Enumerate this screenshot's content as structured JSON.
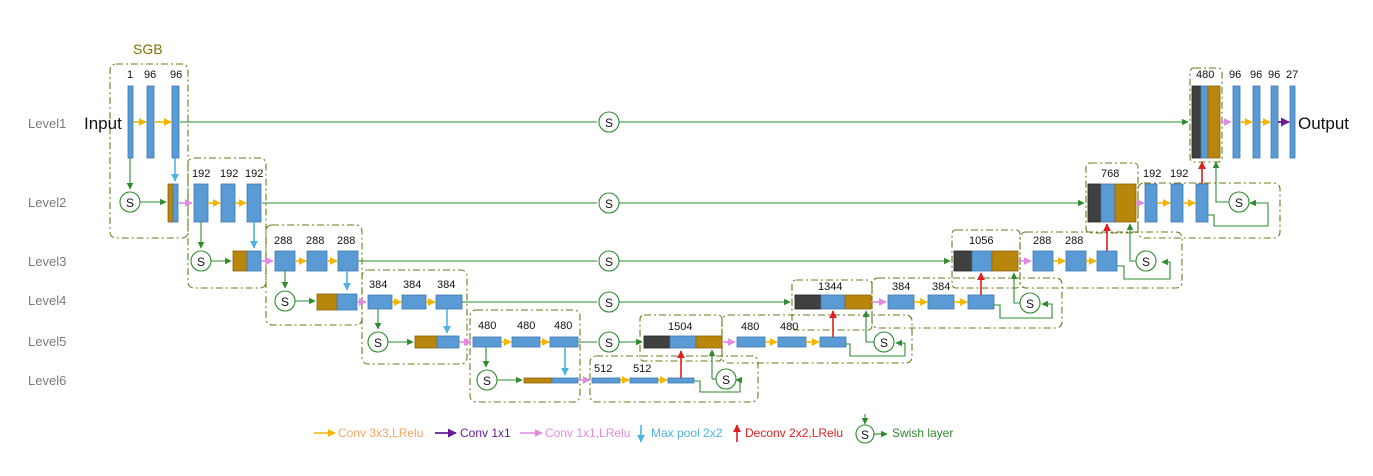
{
  "levels": [
    "Level1",
    "Level2",
    "Level3",
    "Level4",
    "Level5",
    "Level6"
  ],
  "sgb_label": "SGB",
  "input_label": "Input",
  "output_label": "Output",
  "swish_symbol": "S",
  "channels": {
    "l1_in": [
      "1",
      "96",
      "96"
    ],
    "l2_enc": [
      "192",
      "192",
      "192"
    ],
    "l3_enc": [
      "288",
      "288",
      "288"
    ],
    "l4_enc": [
      "384",
      "384",
      "384"
    ],
    "l5_enc": [
      "480",
      "480",
      "480"
    ],
    "l6": [
      "512",
      "512"
    ],
    "l5_dec_concat": "1504",
    "l5_dec": [
      "480",
      "480"
    ],
    "l4_dec_concat": "1344",
    "l4_dec": [
      "384",
      "384"
    ],
    "l3_dec_concat": "1056",
    "l3_dec": [
      "288",
      "288"
    ],
    "l2_dec_concat": "768",
    "l2_dec": [
      "192",
      "192"
    ],
    "l1_dec_concat": "480",
    "l1_out": [
      "96",
      "96",
      "96",
      "27"
    ]
  },
  "legend": [
    {
      "label": "Conv 3x3,LRelu",
      "color": "#f4b400"
    },
    {
      "label": "Conv 1x1",
      "color": "#6a1b9a"
    },
    {
      "label": "Conv 1x1,LRelu",
      "color": "#e18ae0"
    },
    {
      "label": "Max pool 2x2",
      "color": "#4fb3e0"
    },
    {
      "label": "Deconv 2x2,LRelu",
      "color": "#e02020"
    },
    {
      "label": "Swish layer",
      "color": "#2e8b2e"
    }
  ],
  "colors": {
    "block": "#5b9bd5",
    "concat_gold": "#b8860b",
    "concat_dark": "#404040",
    "skip": "#2e8b2e"
  }
}
